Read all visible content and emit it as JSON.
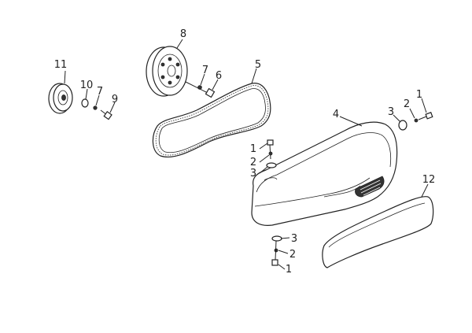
{
  "callouts": {
    "p11": "11",
    "p10": "10",
    "p7a": "7",
    "p9": "9",
    "p8": "8",
    "p7b": "7",
    "p6": "6",
    "p5": "5",
    "p4": "4",
    "p3a": "3",
    "p2a": "2",
    "p1a": "1",
    "p1b": "1",
    "p2b": "2",
    "p3b": "3",
    "p12": "12",
    "p3c": "3",
    "p2c": "2",
    "p1c": "1"
  },
  "colors": {
    "line": "#222222",
    "background": "#ffffff"
  }
}
